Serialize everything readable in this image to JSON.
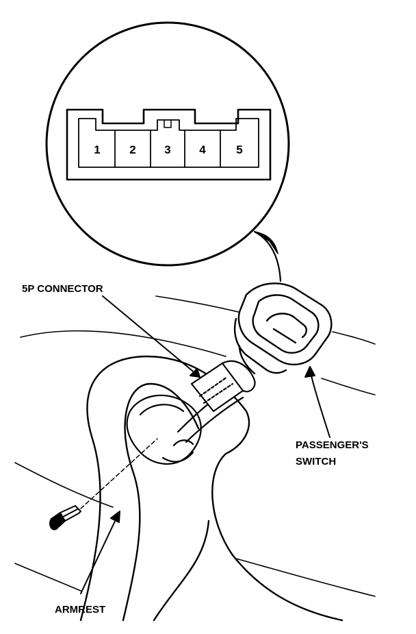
{
  "labels": {
    "connector": "5P CONNECTOR",
    "switch_line1": "PASSENGER'S",
    "switch_line2": "SWITCH",
    "armrest": "ARMREST"
  },
  "connector_pins": [
    "1",
    "2",
    "3",
    "4",
    "5"
  ]
}
